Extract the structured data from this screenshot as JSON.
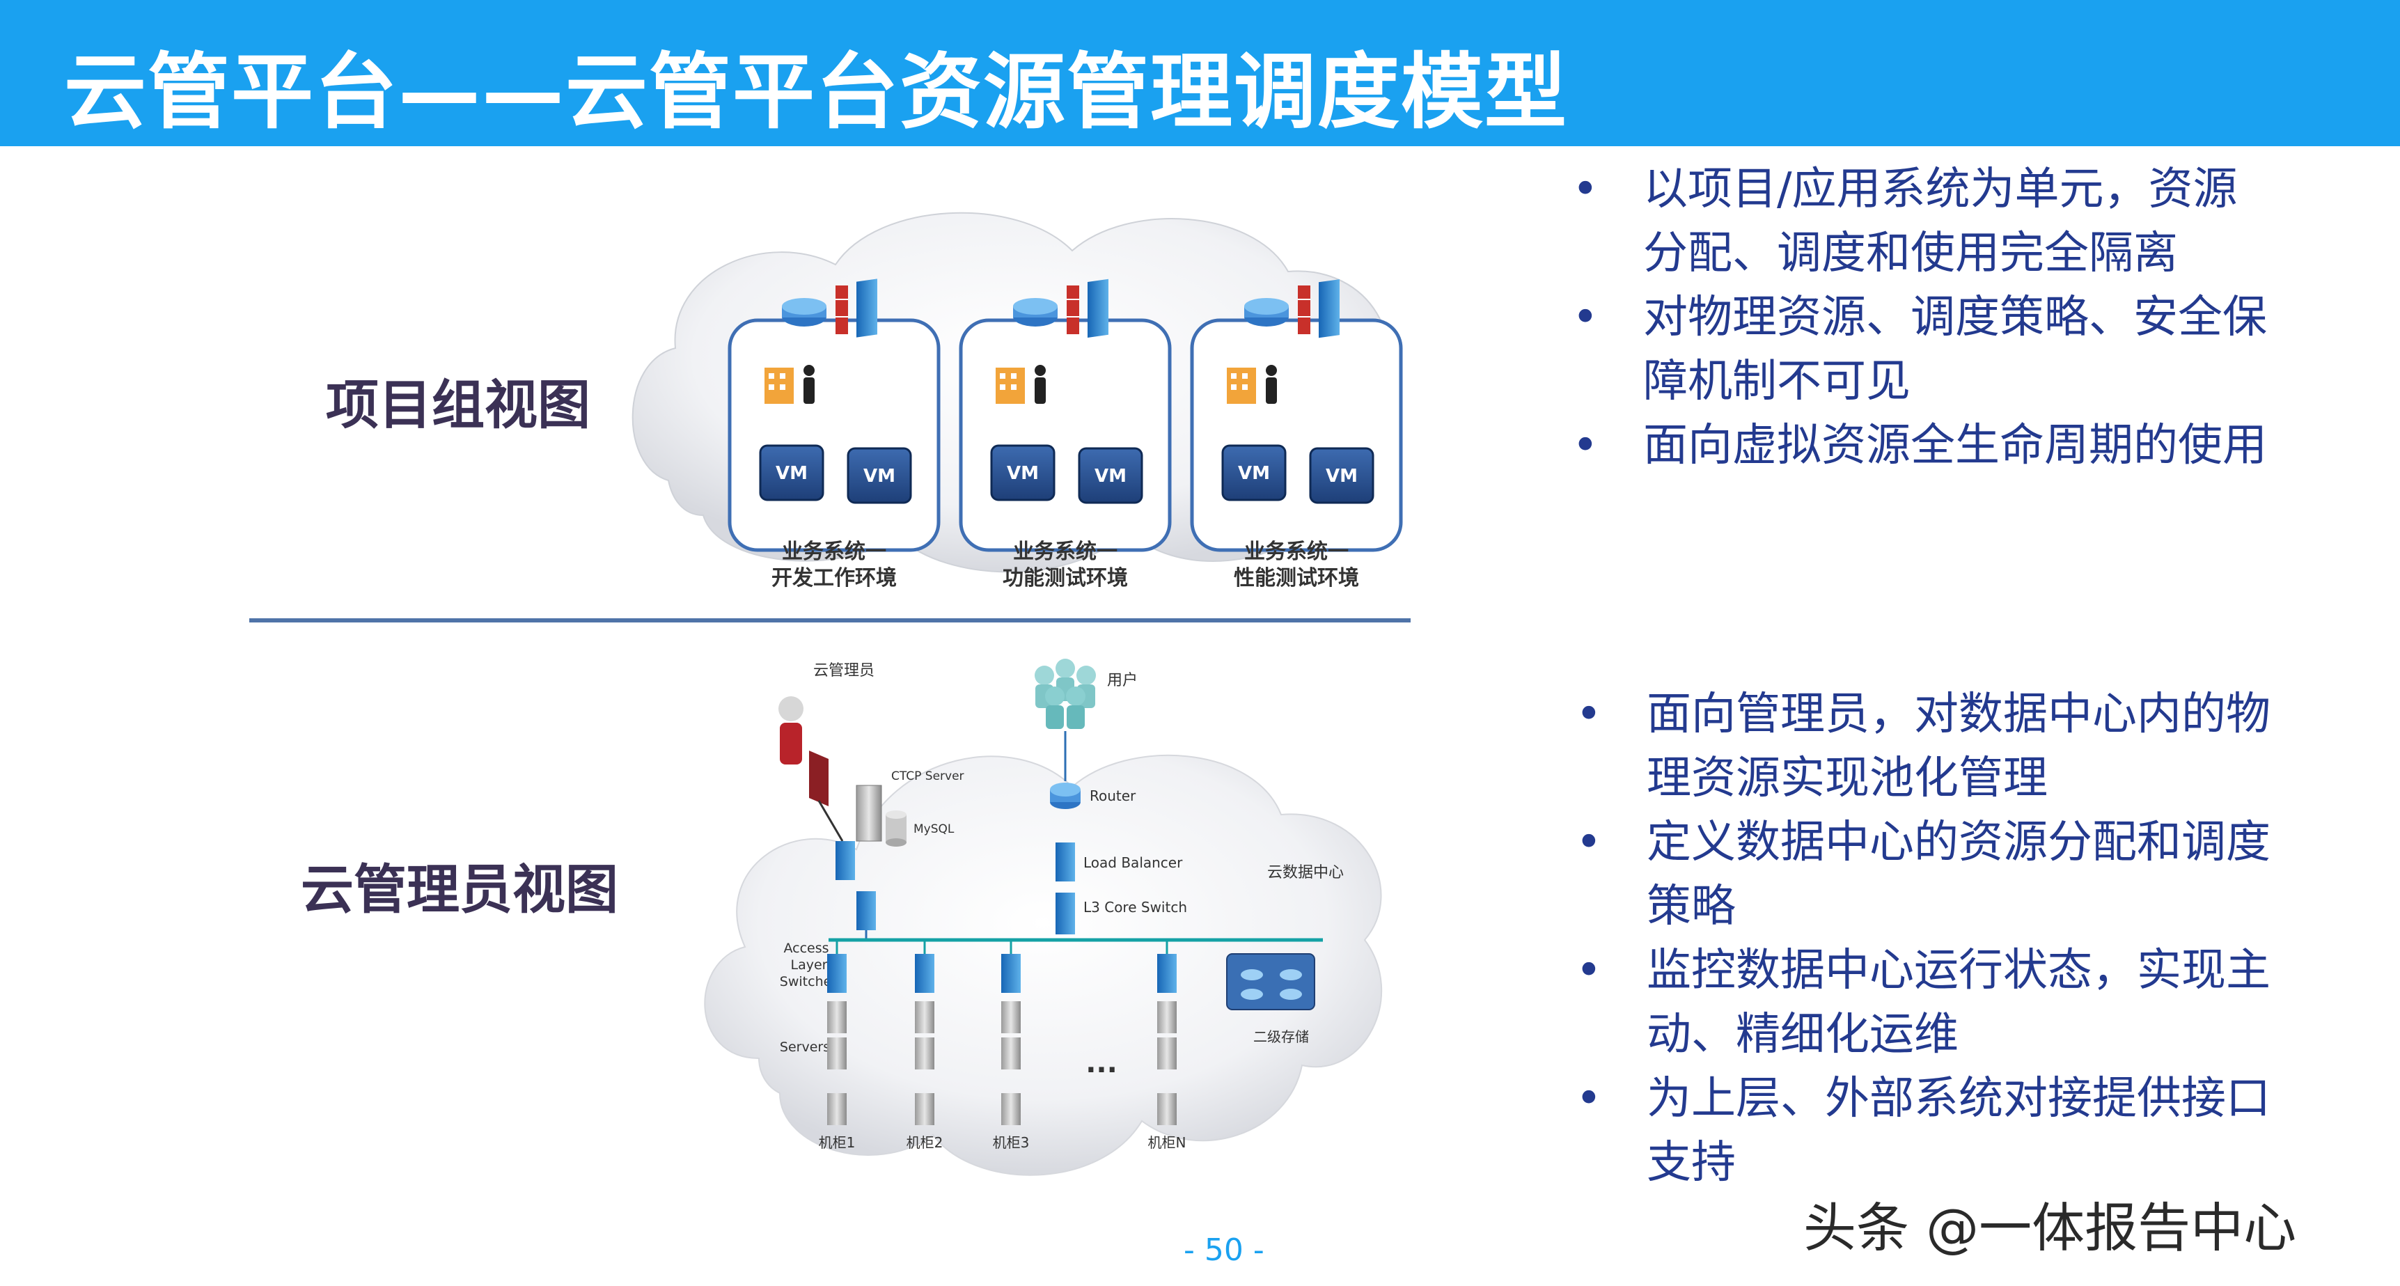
{
  "header": {
    "title": "云管平台——云管平台资源管理调度模型",
    "accent_color": "#1aa1f0"
  },
  "views": {
    "project": {
      "label": "项目组视图"
    },
    "admin": {
      "label": "云管理员视图"
    }
  },
  "project_diagram": {
    "vm_label": "VM",
    "systems": [
      {
        "line1": "业务系统一",
        "line2": "开发工作环境"
      },
      {
        "line1": "业务系统一",
        "line2": "功能测试环境"
      },
      {
        "line1": "业务系统一",
        "line2": "性能测试环境"
      }
    ],
    "icons": [
      "router-icon",
      "firewall-icon",
      "switch-icon",
      "building-icon",
      "person-icon"
    ]
  },
  "admin_diagram": {
    "admin_label": "云管理员",
    "users_label": "用户",
    "ctcp_server": "CTCP Server",
    "mysql": "MySQL",
    "router": "Router",
    "load_balancer": "Load Balancer",
    "core_switch": "L3 Core Switch",
    "datacenter": "云数据中心",
    "access_switches": [
      "Access",
      "Layer",
      "Switches"
    ],
    "servers": "Servers",
    "storage": "二级存储",
    "ellipsis": "...",
    "cabinets": [
      "机柜1",
      "机柜2",
      "机柜3",
      "机柜N"
    ]
  },
  "bullets_top": [
    "以项目/应用系统为单元，资源分配、调度和使用完全隔离",
    "对物理资源、调度策略、安全保障机制不可见",
    "面向虚拟资源全生命周期的使用"
  ],
  "bullets_bottom": [
    "面向管理员，对数据中心内的物理资源实现池化管理",
    "定义数据中心的资源分配和调度策略",
    "监控数据中心运行状态，实现主动、精细化运维",
    "为上层、外部系统对接提供接口支持"
  ],
  "bullet_symbol": "•",
  "page_number": "- 50 -",
  "watermark": "头条 @一体报告中心"
}
